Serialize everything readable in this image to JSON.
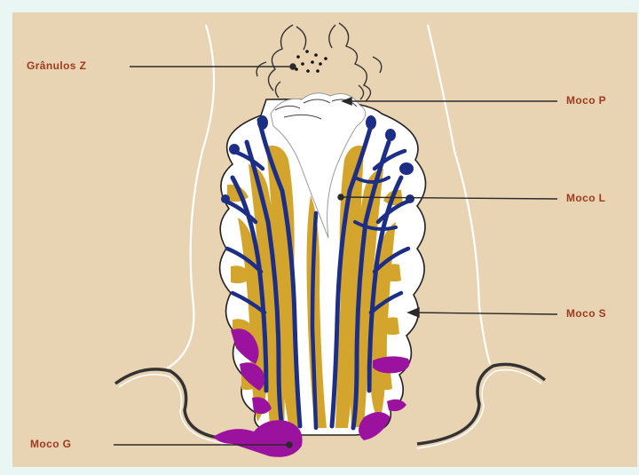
{
  "labels": {
    "granulos_z": "Grânulos Z",
    "moco_p": "Moco P",
    "moco_l": "Moco L",
    "moco_s": "Moco S",
    "moco_g": "Moco G"
  },
  "colors": {
    "outer_background": "#e9f6f4",
    "panel_background": "#e8d3b3",
    "label_text": "#a03a1e",
    "leader_line": "#2a2a2a",
    "moco_s_blue": "#1c2e86",
    "moco_l_gold": "#d4a52c",
    "moco_p_white": "#ffffff",
    "moco_g_magenta": "#9b129f"
  }
}
